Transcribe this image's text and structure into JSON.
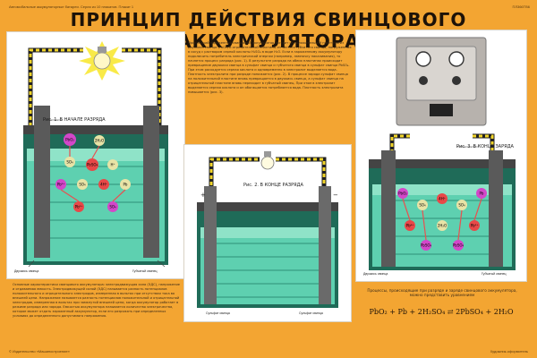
{
  "header": {
    "series": "Автомобильные аккумуляторные батареи. Серия из 10 плакатов. Плакат 1",
    "code": "ПЛ366ТВ6"
  },
  "title": "ПРИНЦИП ДЕЙСТВИЯ СВИНЦОВОГО АККУМУЛЯТОРА",
  "intro": "Простейший заряженный свинцовый аккумулятор состоит из положительной пластины из двуокиси свинца (PbO₂) и отрицательной пластины из чистого губчатого свинца, погруженных в сосуд с раствором серной кислоты H₂SO₄ в воде H₂O. Если в заряженному аккумулятору подключить потребитель электрической энергии (например, лампочку накаливания), то начнется процесс разряда (рис. 1). В результате разряда на обеих пластинах происходит превращение двуокиси свинца в сульфат свинца и губчатого свинца в сульфат свинца PbSO₄. При этом расходуется серная кислота и одновременно в электролит выделяется вода. Плотность электролита при разряде понижается (рис. 2). В процессе заряда сульфат свинца на положительной пластине вновь превращается в двуокись свинца, а сульфат свинца на отрицательной пластине вновь переходит в губчатый свинец. При этом в электролит выделяется серная кислота и он обогащается потребляется вода. Плотность электролита повышается (рис. 3).",
  "fig1": {
    "caption": "Рис. 1. В НАЧАЛЕ РАЗРЯДА",
    "left_label": "Двуокись свинца",
    "right_label": "Губчатый свинец"
  },
  "fig2": {
    "caption": "Рис. 2. В КОНЦЕ РАЗРЯДА",
    "left_label": "Сульфат свинца",
    "right_label": "Сульфат свинца"
  },
  "fig3": {
    "caption": "Рис. 3. В КОНЦЕ ЗАРЯДА",
    "left_label": "Двуокись свинца",
    "right_label": "Губчатый свинец"
  },
  "description": "Основные характеристики свинцового аккумулятора: электродвижущая сила (ЭДС), напряжение и отдаваемая емкость. Электродвижущей силой (ЭДС) называется разность потенциалов положительного и отрицательного электродов, измеренная в вольтах при отсутствии тока во внешней цепи. Напряжение называется разность потенциалов положительной и отрицательной электродов, измеренная в вольтах при замкнутой внешней цепи, когда аккумулятор работает в режиме разряда или заряда. Емкостью аккумулятора называется количество электричества, которое может отдать заряженный аккумулятор, если его разряжать при определенных условиях до определенного допустимого напряжения.",
  "process": {
    "title": "Процессы, происходящие при разряде и заряде свинцового аккумулятора, можно представить уравнением",
    "equation": "PbO₂ + Pb + 2H₂SO₄ ⇄ 2PbSO₄ + 2H₂O"
  },
  "footer": {
    "left": "© Издательство «Машиностроение»",
    "right": "Художник-оформитель"
  },
  "colors": {
    "background": "#f3a532",
    "electrolyte": "#5ed0b0",
    "wire": "#f2d52a"
  }
}
